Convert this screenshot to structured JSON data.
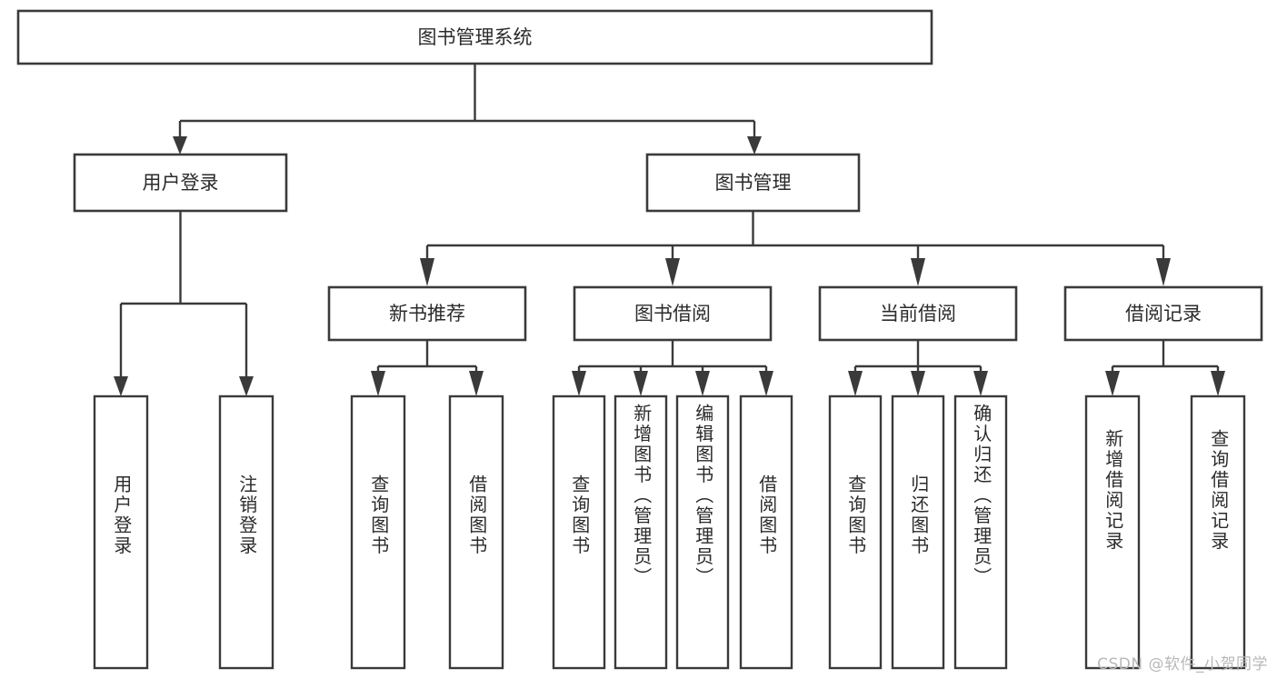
{
  "diagram": {
    "type": "tree",
    "orientation": "top-down",
    "title": "图书管理系统",
    "style": {
      "box_fill": "#ffffff",
      "box_stroke": "#3a3a3a",
      "connector_color": "#3a3a3a",
      "text_color": "#2b2b2b",
      "background": "#ffffff",
      "watermark_color": "#b8b8b8"
    },
    "root": {
      "id": "root",
      "label": "图书管理系统",
      "orientation": "horizontal"
    },
    "level2": [
      {
        "id": "user-login",
        "label": "用户登录",
        "orientation": "horizontal"
      },
      {
        "id": "book-manage",
        "label": "图书管理",
        "orientation": "horizontal"
      }
    ],
    "level3": [
      {
        "id": "new-book-recommend",
        "label": "新书推荐",
        "parent": "book-manage",
        "orientation": "horizontal"
      },
      {
        "id": "book-borrow",
        "label": "图书借阅",
        "parent": "book-manage",
        "orientation": "horizontal"
      },
      {
        "id": "current-borrow",
        "label": "当前借阅",
        "parent": "book-manage",
        "orientation": "horizontal"
      },
      {
        "id": "borrow-record",
        "label": "借阅记录",
        "parent": "book-manage",
        "orientation": "horizontal"
      }
    ],
    "leaves": [
      {
        "id": "leaf-user-login",
        "label": "用户登录",
        "parent": "user-login",
        "orientation": "vertical"
      },
      {
        "id": "leaf-user-logout",
        "label": "注销登录",
        "parent": "user-login",
        "orientation": "vertical"
      },
      {
        "id": "leaf-query-book-1",
        "label": "查询图书",
        "parent": "new-book-recommend",
        "orientation": "vertical"
      },
      {
        "id": "leaf-borrow-book-1",
        "label": "借阅图书",
        "parent": "new-book-recommend",
        "orientation": "vertical"
      },
      {
        "id": "leaf-query-book-2",
        "label": "查询图书",
        "parent": "book-borrow",
        "orientation": "vertical"
      },
      {
        "id": "leaf-add-book",
        "label": "新增图书（管理员）",
        "parent": "book-borrow",
        "orientation": "vertical"
      },
      {
        "id": "leaf-edit-book",
        "label": "编辑图书（管理员）",
        "parent": "book-borrow",
        "orientation": "vertical"
      },
      {
        "id": "leaf-borrow-book-2",
        "label": "借阅图书",
        "parent": "book-borrow",
        "orientation": "vertical"
      },
      {
        "id": "leaf-query-book-3",
        "label": "查询图书",
        "parent": "current-borrow",
        "orientation": "vertical"
      },
      {
        "id": "leaf-return-book",
        "label": "归还图书",
        "parent": "current-borrow",
        "orientation": "vertical"
      },
      {
        "id": "leaf-confirm-return",
        "label": "确认归还（管理员）",
        "parent": "current-borrow",
        "orientation": "vertical"
      },
      {
        "id": "leaf-add-record",
        "label": "新增借阅记录",
        "parent": "borrow-record",
        "orientation": "vertical"
      },
      {
        "id": "leaf-query-record",
        "label": "查询借阅记录",
        "parent": "borrow-record",
        "orientation": "vertical"
      }
    ]
  },
  "watermark": {
    "text": "CSDN @软件_小贺同学"
  }
}
